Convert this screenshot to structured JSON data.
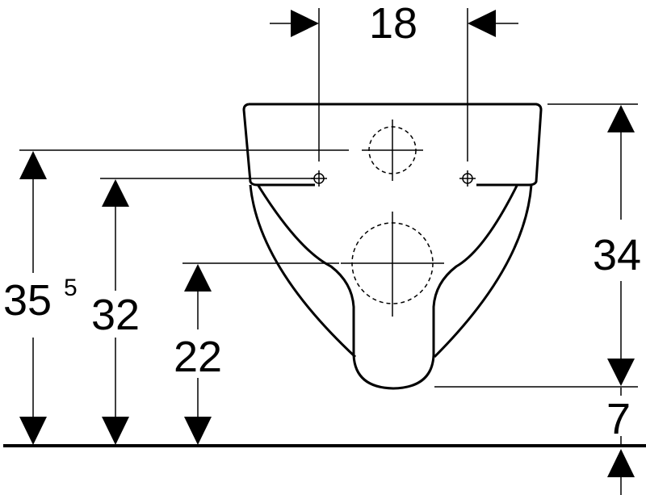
{
  "diagram": {
    "dimensions": {
      "fixing_spacing": "18",
      "total_height": "35",
      "total_height_fraction": "5",
      "fixing_height": "32",
      "outlet_height": "22",
      "bowl_height": "34",
      "clearance": "7"
    },
    "colors": {
      "line": "#000000",
      "background": "#ffffff"
    }
  }
}
